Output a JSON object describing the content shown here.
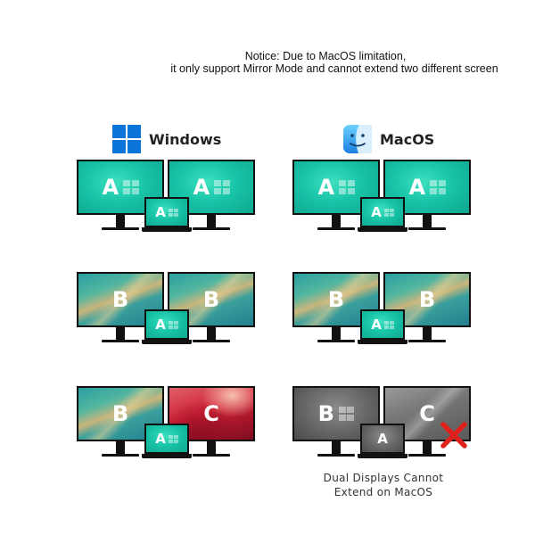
{
  "notice": {
    "line1": "Notice: Due to MacOS limitation,",
    "line2": "it only support Mirror Mode and cannot extend two different screen"
  },
  "headers": {
    "windows": {
      "label": "Windows",
      "icon": "windows-logo-icon",
      "color": "#0a74d8"
    },
    "macos": {
      "label": "MacOS",
      "icon": "macos-finder-icon",
      "color": "#2aa3ef"
    }
  },
  "scenes": {
    "win_mirror": {
      "left": "A",
      "right": "A",
      "laptop": "A"
    },
    "mac_mirror": {
      "left": "A",
      "right": "A",
      "laptop": "A"
    },
    "win_duplicate": {
      "left": "B",
      "right": "B",
      "laptop": "A"
    },
    "mac_duplicate": {
      "left": "B",
      "right": "B",
      "laptop": "A"
    },
    "win_extend": {
      "left": "B",
      "right": "C",
      "laptop": "A"
    },
    "mac_extend": {
      "left": "B",
      "right": "C",
      "laptop": "A"
    }
  },
  "caption": {
    "line1": "Dual Displays Cannot",
    "line2": "Extend on MacOS"
  },
  "colors": {
    "teal": "#18c4a7",
    "x_mark": "#e0201b"
  }
}
